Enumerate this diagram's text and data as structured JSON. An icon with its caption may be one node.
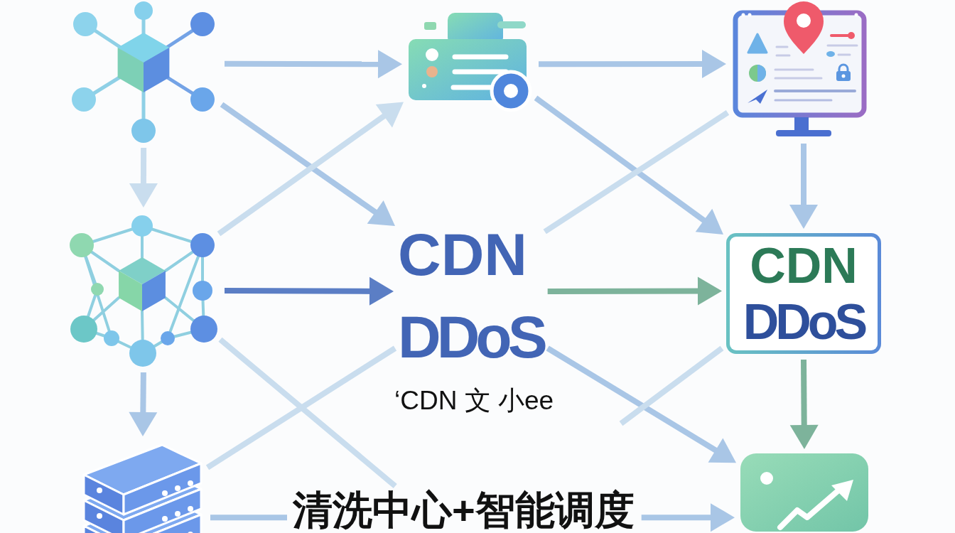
{
  "diagram": {
    "nodes": [
      {
        "text": [],
        "shape": "picture"
      },
      {
        "text": [],
        "shape": "picture"
      },
      {
        "text": [],
        "shape": "picture"
      },
      {
        "text": [],
        "shape": "picture"
      },
      {
        "text": [
          "CDN",
          "DDoS"
        ]
      },
      {
        "text": [
          "CDN",
          "DDoS"
        ]
      },
      {
        "text": [],
        "shape": "picture"
      },
      {
        "text": [
          "清洗中心+智能调度"
        ]
      },
      {
        "text": [],
        "shape": "picture"
      }
    ],
    "edges": [
      {
        "from": 0,
        "to": 1,
        "arrow": "to"
      },
      {
        "from": 1,
        "to": 2,
        "arrow": "to"
      },
      {
        "from": 0,
        "to": 3,
        "arrow": "to",
        "color": "#c9ddee"
      },
      {
        "from": 0,
        "to": 4,
        "arrow": "to"
      },
      {
        "from": 3,
        "to": 1,
        "arrow": "to",
        "color": "#c9ddee"
      },
      {
        "from": 1,
        "to": 5,
        "arrow": "to"
      },
      {
        "from": 4,
        "to": 2,
        "arrow": "none",
        "color": "#c9ddee"
      },
      {
        "from": 2,
        "to": 5,
        "arrow": "to"
      },
      {
        "from": 3,
        "to": 4,
        "arrow": "to",
        "color": "#5b7ec5"
      },
      {
        "from": 4,
        "to": 5,
        "arrow": "to",
        "color": "#7db39b"
      },
      {
        "from": 3,
        "to": 6,
        "arrow": "to"
      },
      {
        "from": 3,
        "to": 7,
        "arrow": "none",
        "color": "#c9ddee"
      },
      {
        "from": 6,
        "to": 4,
        "arrow": "none",
        "color": "#c9ddee"
      },
      {
        "from": 4,
        "to": 8,
        "arrow": "to"
      },
      {
        "from": null,
        "to": 5,
        "arrow": "none",
        "color": "#c9ddee"
      },
      {
        "from": 5,
        "to": 8,
        "arrow": "to",
        "color": "#7db39b"
      },
      {
        "from": 6,
        "to": 7,
        "arrow": "none"
      },
      {
        "from": 7,
        "to": 8,
        "arrow": "to"
      }
    ],
    "labels": [
      "‘CDN 文 小ee"
    ]
  }
}
